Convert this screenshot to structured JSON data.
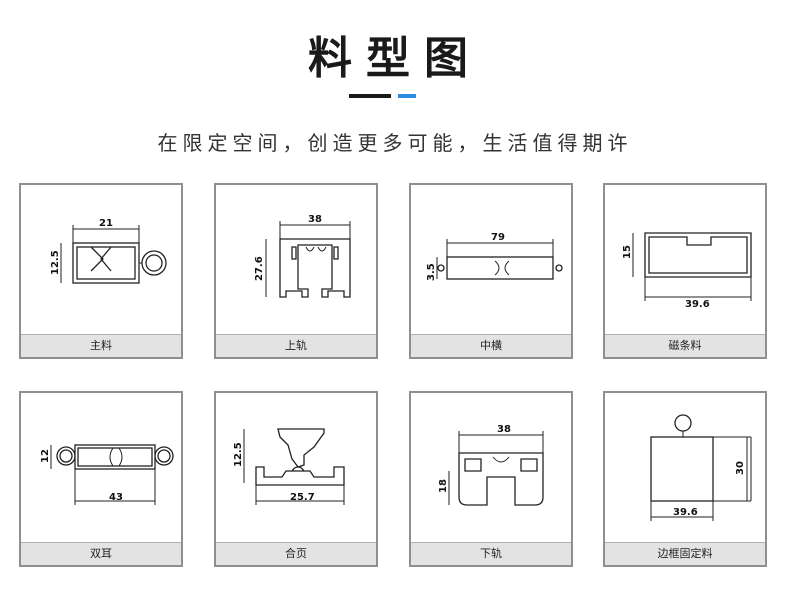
{
  "header": {
    "title": "料型图",
    "subtitle": "在限定空间，创造更多可能，生活值得期许"
  },
  "profiles": [
    {
      "caption": "主料",
      "dims": [
        "21",
        "12.5"
      ]
    },
    {
      "caption": "上轨",
      "dims": [
        "38",
        "27.6"
      ]
    },
    {
      "caption": "中横",
      "dims": [
        "79",
        "3.5"
      ]
    },
    {
      "caption": "磁条料",
      "dims": [
        "15",
        "39.6"
      ]
    },
    {
      "caption": "双耳",
      "dims": [
        "12",
        "43"
      ]
    },
    {
      "caption": "合页",
      "dims": [
        "12.5",
        "25.7"
      ]
    },
    {
      "caption": "下轨",
      "dims": [
        "38",
        "18"
      ]
    },
    {
      "caption": "边框固定料",
      "dims": [
        "30",
        "39.6"
      ]
    }
  ],
  "colors": {
    "accent": "#2a8ee0",
    "divider": "#1a1a1a",
    "caption_bg": "#e3e3e3",
    "border": "#8f8f8f"
  }
}
